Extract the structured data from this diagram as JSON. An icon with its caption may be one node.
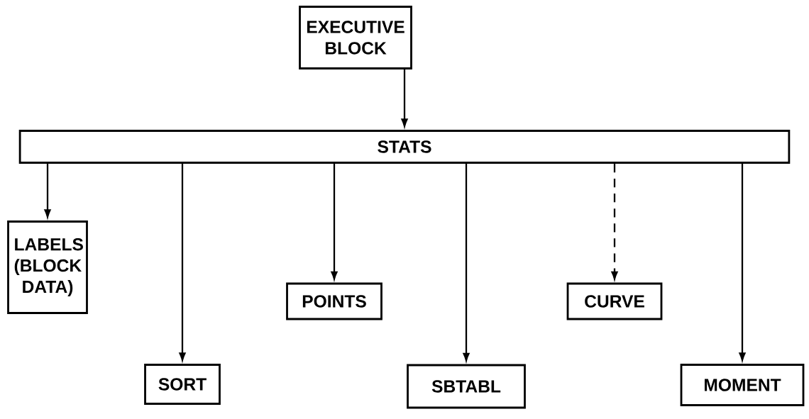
{
  "diagram": {
    "nodes": [
      {
        "text": [
          "EXECUTIVE BLOCK"
        ]
      },
      {
        "text": [
          "STATS"
        ]
      },
      {
        "text": [
          "LABELS (BLOCK DATA)"
        ]
      },
      {
        "text": [
          "SORT"
        ]
      },
      {
        "text": [
          "POINTS"
        ]
      },
      {
        "text": [
          "SBTABL"
        ]
      },
      {
        "text": [
          "CURVE"
        ]
      },
      {
        "text": [
          "MOMENT"
        ]
      }
    ],
    "edges": [
      {
        "from": 0,
        "to": 1,
        "arrow": "to"
      },
      {
        "from": 1,
        "to": 2,
        "arrow": "to"
      },
      {
        "from": 1,
        "to": 3,
        "arrow": "to"
      },
      {
        "from": 1,
        "to": 4,
        "arrow": "to"
      },
      {
        "from": 1,
        "to": 5,
        "arrow": "to"
      },
      {
        "from": 1,
        "to": 6,
        "arrow": "to",
        "style": "dashed"
      },
      {
        "from": 1,
        "to": 7,
        "arrow": "to"
      }
    ]
  }
}
